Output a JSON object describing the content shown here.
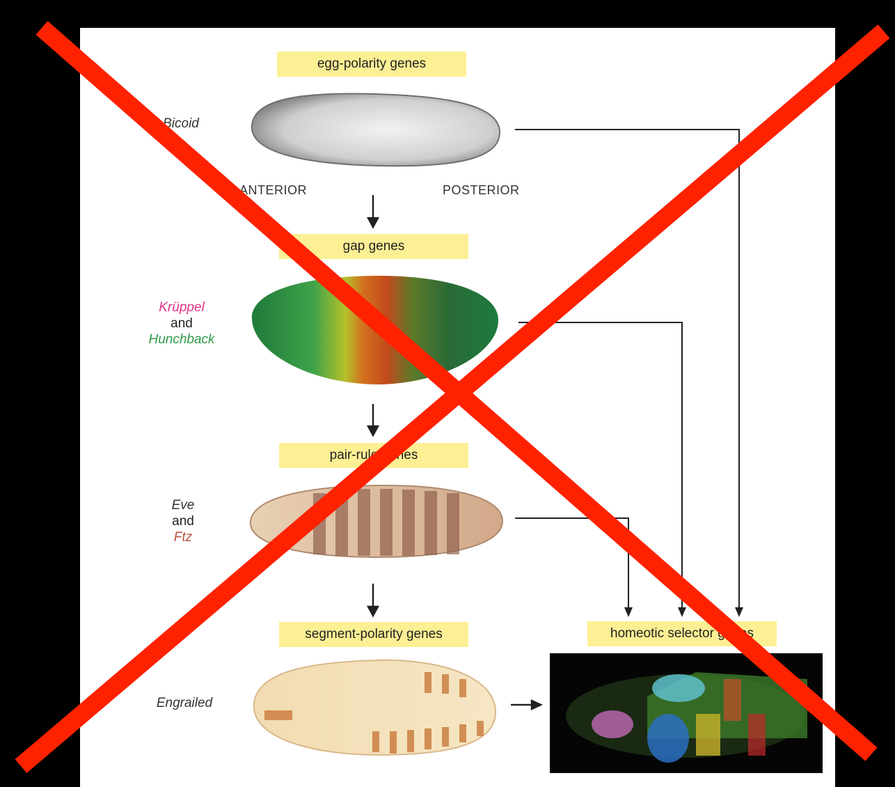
{
  "labels": {
    "egg_polarity": "egg-polarity genes",
    "gap": "gap genes",
    "pair_rule": "pair-rule genes",
    "segment_polarity": "segment-polarity genes",
    "homeotic": "homeotic selector genes"
  },
  "genes": {
    "bicoid": "Bicoid",
    "kruppel": "Krüppel",
    "and1": "and",
    "hunchback": "Hunchback",
    "eve": "Eve",
    "and2": "and",
    "ftz": "Ftz",
    "engrailed": "Engrailed"
  },
  "axis": {
    "anterior": "ANTERIOR",
    "posterior": "POSTERIOR"
  },
  "colors": {
    "label_fill": "#fdef94",
    "cross": "#ff2200",
    "kruppel": "#e0338a",
    "hunchback": "#2f9b49",
    "ftz": "#b5523a"
  }
}
